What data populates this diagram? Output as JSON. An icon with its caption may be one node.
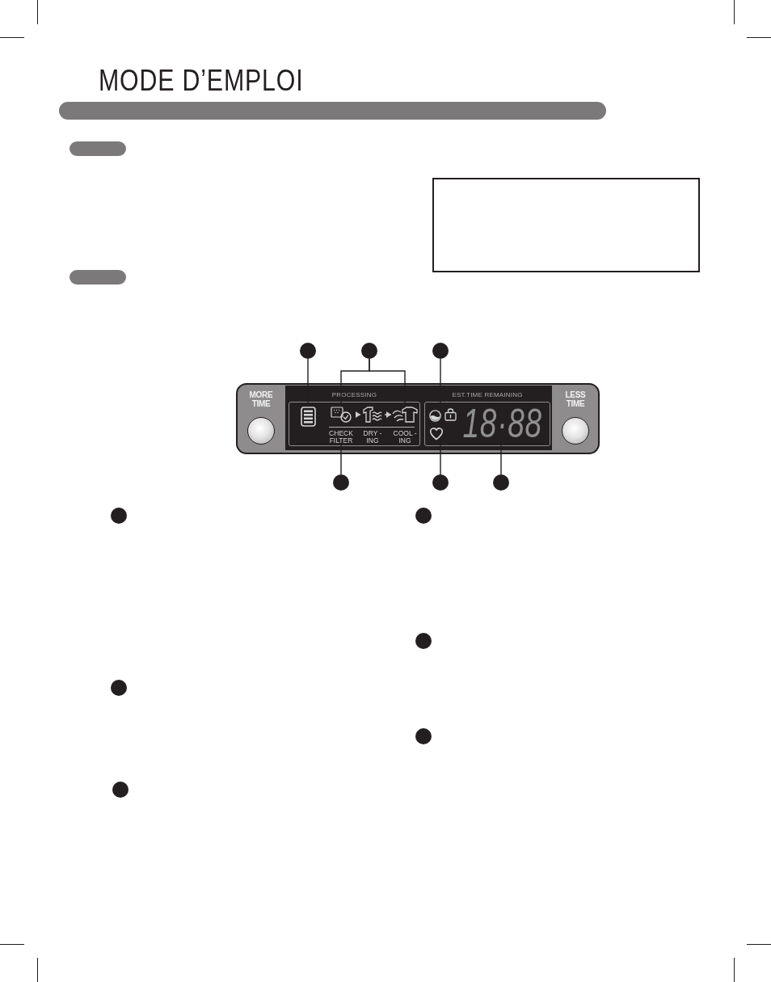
{
  "diagram": {
    "title": "MODE D’EMPLOI",
    "nodes": [
      {
        "text": [],
        "shape": "bar"
      },
      {
        "text": [],
        "shape": "bar"
      },
      {
        "text": [],
        "shape": "box"
      },
      {
        "text": [],
        "shape": "bar"
      },
      {
        "text": [],
        "shape": "circle"
      },
      {
        "text": [],
        "shape": "circle"
      },
      {
        "text": [],
        "shape": "circle"
      },
      {
        "text": [],
        "shape": "box"
      },
      {
        "text": [
          "MORE TIME"
        ],
        "in": 7
      },
      {
        "text": [
          "PROCESSING"
        ],
        "in": 7
      },
      {
        "text": [],
        "shape": "picture",
        "in": 9
      },
      {
        "text": [
          "CHECK FILTER"
        ],
        "in": 9
      },
      {
        "text": [
          "DRY -ING"
        ],
        "in": 9
      },
      {
        "text": [
          "COOL -ING"
        ],
        "in": 9
      },
      {
        "text": [
          "EST.TIME REMAINING"
        ],
        "in": 7
      },
      {
        "text": [],
        "shape": "picture",
        "in": 14
      },
      {
        "text": [],
        "shape": "picture",
        "in": 14
      },
      {
        "text": [
          "18·88"
        ],
        "in": 14
      },
      {
        "text": [
          "LESS TIME"
        ],
        "in": 7
      },
      {
        "text": [],
        "shape": "circle"
      },
      {
        "text": [],
        "shape": "circle"
      },
      {
        "text": [],
        "shape": "circle"
      },
      {
        "text": [],
        "shape": "circle"
      },
      {
        "text": [],
        "shape": "circle"
      },
      {
        "text": [],
        "shape": "circle"
      },
      {
        "text": [],
        "shape": "circle"
      },
      {
        "text": [],
        "shape": "circle"
      },
      {
        "text": [],
        "shape": "circle"
      }
    ],
    "edges": [
      {
        "from": 4,
        "to": 10,
        "arrow": "none"
      },
      {
        "from": 5,
        "to": 11,
        "arrow": "none"
      },
      {
        "from": 5,
        "to": 13,
        "arrow": "none"
      },
      {
        "from": 6,
        "to": 15,
        "arrow": "none"
      },
      {
        "from": 11,
        "to": 12,
        "arrow": "to",
        "color": "#cccccc"
      },
      {
        "from": 12,
        "to": 13,
        "arrow": "to",
        "color": "#cccccc"
      },
      {
        "from": 19,
        "to": 11,
        "arrow": "none"
      },
      {
        "from": 20,
        "to": 16,
        "arrow": "none"
      },
      {
        "from": 21,
        "to": 17,
        "arrow": "none"
      }
    ]
  }
}
